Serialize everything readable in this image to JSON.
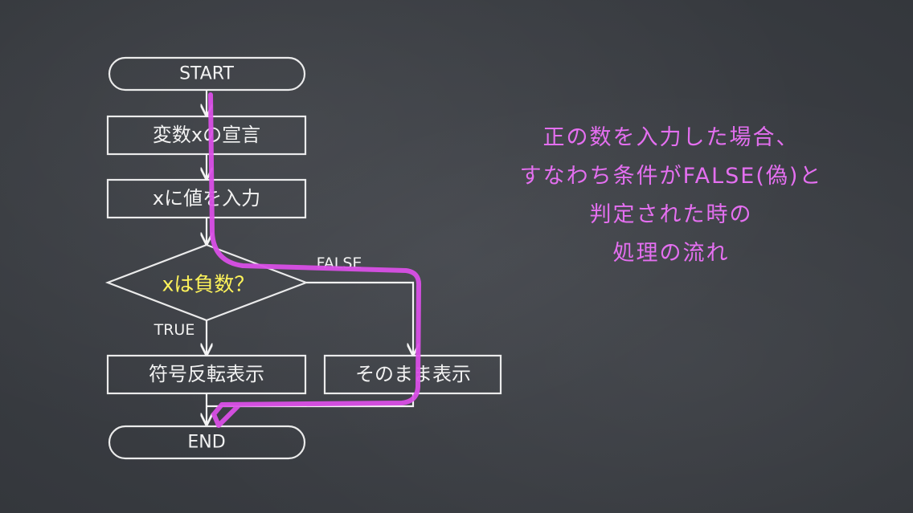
{
  "flowchart": {
    "start": "START",
    "declare": "変数xの宣言",
    "input": "xに値を入力",
    "condition": "xは負数？",
    "true_label": "TRUE",
    "false_label": "FALSE",
    "true_branch": "符号反転表示",
    "false_branch": "そのまま表示",
    "end": "END"
  },
  "highlight": {
    "color": "#d94fe6",
    "traced_branch": "FALSE"
  },
  "note": {
    "line1": "正の数を入力した場合、",
    "line2": "すなわち条件がFALSE(偽)と",
    "line3": "判定された時の",
    "line4": "処理の流れ"
  },
  "colors": {
    "board": "#3a3d42",
    "chalk": "#f4f4f4",
    "condition_text": "#fff45a",
    "note_text": "#e46ff0"
  }
}
